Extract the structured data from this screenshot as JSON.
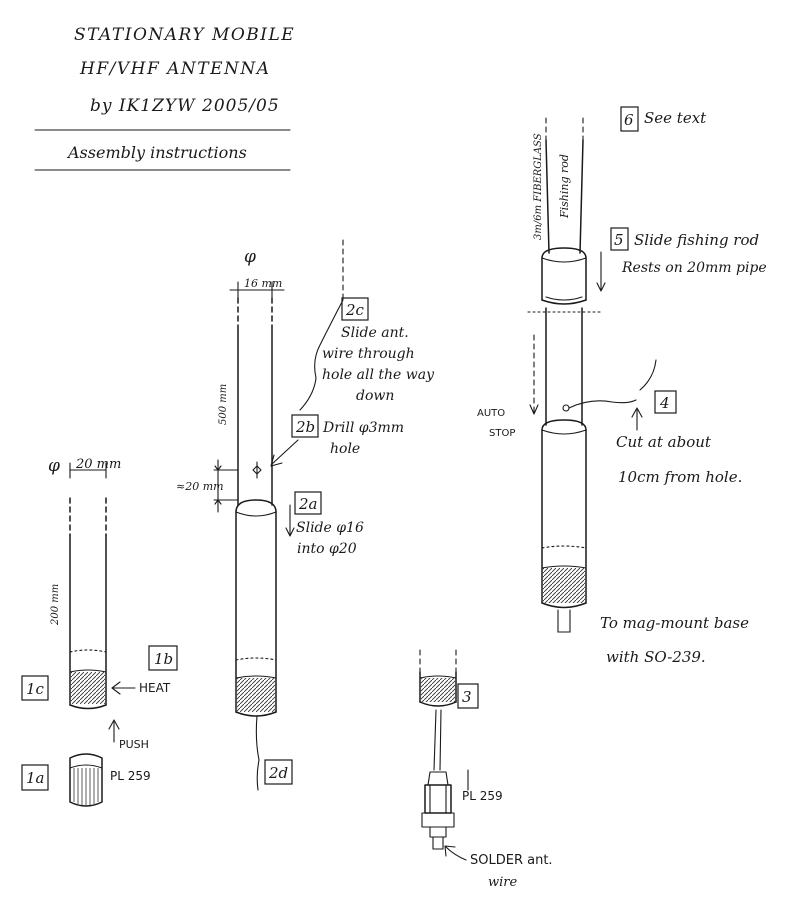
{
  "header": {
    "title_line1": "STATIONARY MOBILE",
    "title_line2": "HF/VHF ANTENNA",
    "author": "by IK1ZYW 2005/05",
    "subtitle": "Assembly instructions"
  },
  "step1": {
    "diameter_symbol": "φ",
    "diameter_value": "20 mm",
    "length_label": "200 mm",
    "tag_1a": "1a",
    "tag_1b": "1b",
    "tag_1c": "1c",
    "heat_label": "HEAT",
    "push_label": "PUSH",
    "connector_label": "PL 259"
  },
  "step2": {
    "diameter_symbol": "φ",
    "diameter_value": "16 mm",
    "length_label": "500 mm",
    "offset_label": "≈20 mm",
    "tag_2a": "2a",
    "tag_2b": "2b",
    "tag_2c": "2c",
    "tag_2d": "2d",
    "note_2a_line1": "Slide φ16",
    "note_2a_line2": "into φ20",
    "note_2b_line1": "Drill φ3mm",
    "note_2b_line2": "hole",
    "note_2c_line1": "Slide ant.",
    "note_2c_line2": "wire through",
    "note_2c_line3": "hole all the way",
    "note_2c_line4": "down"
  },
  "step3": {
    "tag_3": "3",
    "connector_label": "PL 259",
    "solder_line1": "SOLDER ant.",
    "solder_line2": "wire"
  },
  "step4to6": {
    "tag_4": "4",
    "tag_5": "5",
    "tag_6": "6",
    "note_6": "See text",
    "note_5_line1": "Slide fishing rod",
    "note_5_line2": "Rests on 20mm pipe",
    "note_4_line1": "Cut at about",
    "note_4_line2": "10cm from hole.",
    "rod_label_line1": "3m/6m FIBERGLASS",
    "rod_label_line2": "Fishing rod",
    "auto_stop_line1": "AUTO",
    "auto_stop_line2": "STOP",
    "base_line1": "To mag-mount base",
    "base_line2": "with SO-239."
  }
}
